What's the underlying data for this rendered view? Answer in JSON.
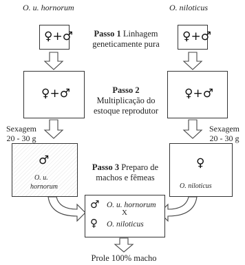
{
  "species": {
    "left": "O. u. hornorum",
    "right": "O. niloticus"
  },
  "symbols": {
    "female_male": "♀+♂",
    "male": "♂",
    "female": "♀",
    "cross": "X"
  },
  "step1": {
    "title": "Passo 1",
    "text_line1": "Linhagem",
    "text_line2": "geneticamente pura"
  },
  "step2": {
    "title": "Passo 2",
    "text_line1": "Multiplicação do",
    "text_line2": "estoque reprodutor"
  },
  "step3": {
    "title": "Passo 3",
    "text_line1": "Preparo de",
    "text_line2": "machos e fêmeas"
  },
  "sexing": {
    "label": "Sexagem",
    "range": "20 - 30 g"
  },
  "box_species": {
    "left_line1": "O. u.",
    "left_line2": "hornorum",
    "right": "O. niloticus"
  },
  "cross": {
    "male_species": "O. u. hornorum",
    "female_species": "O. niloticus"
  },
  "result": "Prole 100% macho"
}
